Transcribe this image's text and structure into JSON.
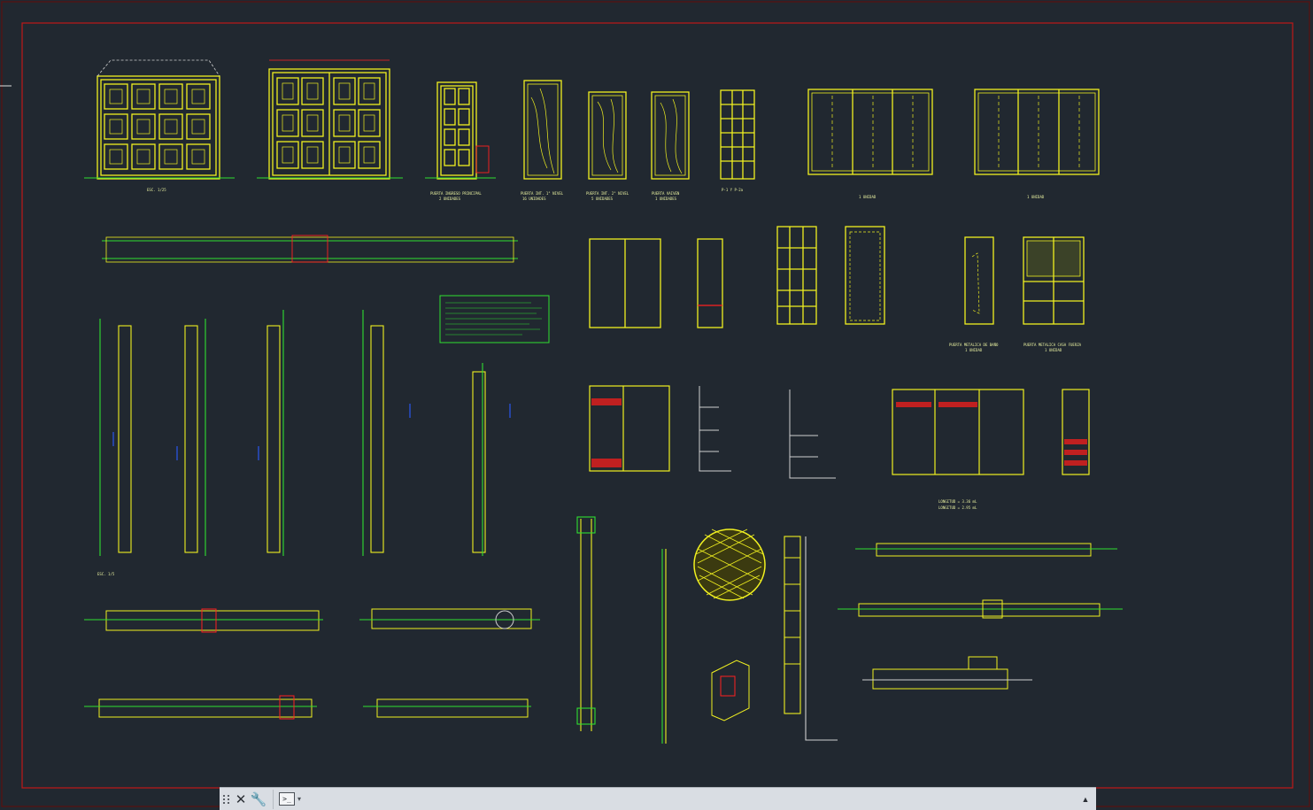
{
  "colors": {
    "background": "#212830",
    "frame": "#c01818",
    "outline": "#f0f020",
    "annotation": "#30e030",
    "dim_text": "#2a5cff",
    "marker": "#ff2020"
  },
  "drawing": {
    "labels": {
      "puerta_ingreso": "PUERTA INGRESO PRINCIPAL",
      "puerta_ingreso_sub": "2 UNIDADES",
      "puerta_int_1": "PUERTA INT. 1° NIVEL",
      "puerta_int_1_sub": "16 UNIDADES",
      "puerta_int_2": "PUERTA INT. 2° NIVEL",
      "puerta_int_2_sub": "5 UNIDADES",
      "puerta_vaiven": "PUERTA VAIVEN",
      "puerta_vaiven_sub": "1 UNIDADES",
      "p_series": "P-1 Y P-2a",
      "unidad_1": "1 UNIDAD",
      "unidad_2": "1 UNIDAD",
      "banio": "PUERTA METALICA DE BAÑO",
      "banio_sub": "1 UNIDAD",
      "casa_fuerza": "PUERTA METALICA CASA FUERZA",
      "casa_fuerza_sub": "1 UNIDAD",
      "longitud_1": "LONGITUD = 3.36 mL",
      "longitud_2": "LONGITUD = 2.95 mL",
      "esc_1": "ESC. 1/25",
      "esc_2": "ESC. 1/5"
    }
  },
  "cmdbar": {
    "close_icon": "✕",
    "settings_icon": "🔧",
    "prompt_icon": ">_",
    "caret_icon": "▾",
    "expand_icon": "▲",
    "input_value": "",
    "input_placeholder": ""
  }
}
